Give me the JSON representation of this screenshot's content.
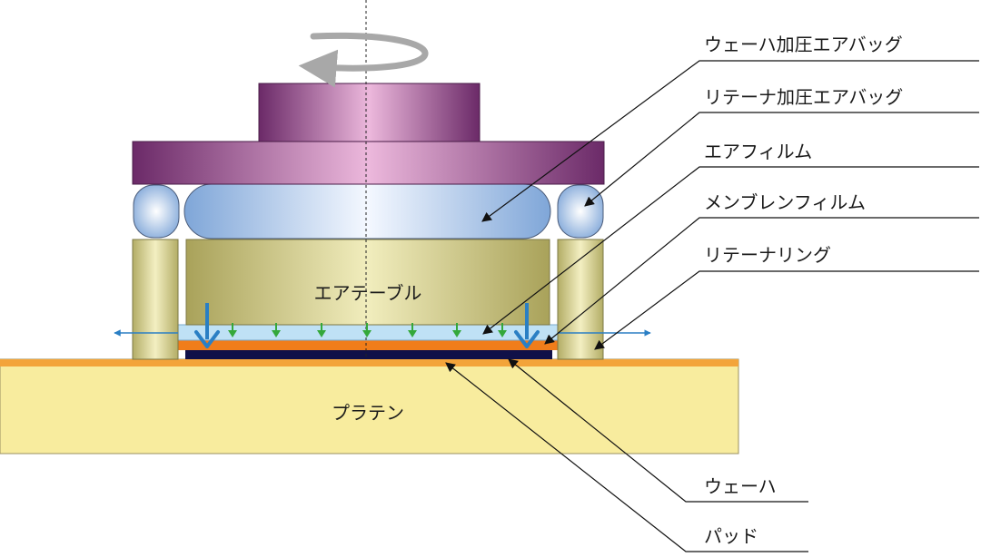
{
  "labels": {
    "wafer_airbag": "ウェーハ加圧エアバッグ",
    "retainer_airbag": "リテーナ加圧エアバッグ",
    "air_film": "エアフィルム",
    "membrane_film": "メンブレンフィルム",
    "retainer_ring": "リテーナリング",
    "wafer": "ウェーハ",
    "pad": "パッド",
    "air_table": "エアテーブル",
    "platen": "プラテン"
  },
  "colors": {
    "head": "#9a5590",
    "airbag": "#8fb4e0",
    "air_table": "#cfc98a",
    "retainer_ring": "#d6d28e",
    "air_film": "#bfe1f5",
    "membrane": "#f07d1a",
    "wafer": "#101048",
    "platen": "#f8ec9e",
    "platen_edge": "#f3a43a",
    "pressure_arrow": "#2a7fc4",
    "air_arrow": "#34a83a",
    "rotation_arrow": "#a8a8a8"
  }
}
